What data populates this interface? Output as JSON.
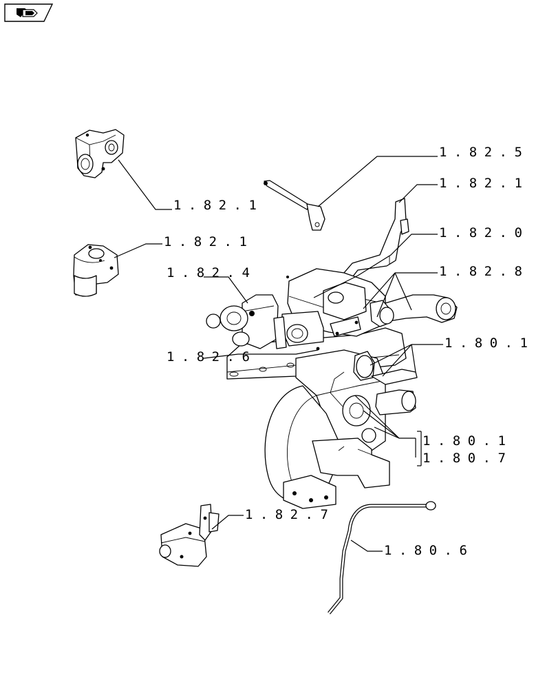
{
  "nav_icon": "next-page-arrow-icon",
  "colors": {
    "ink": "#000000",
    "paper": "#ffffff"
  },
  "refs": [
    {
      "id": "ref-valve-top",
      "text": "1.82.1",
      "name": "ref-label-1-82-1-valve-top"
    },
    {
      "id": "ref-rod",
      "text": "1.82.5",
      "name": "ref-label-1-82-5"
    },
    {
      "id": "ref-lever",
      "text": "1.82.1",
      "name": "ref-label-1-82-1-lever"
    },
    {
      "id": "ref-solenoid",
      "text": "1.82.1",
      "name": "ref-label-1-82-1-solenoid"
    },
    {
      "id": "ref-main",
      "text": "1.82.0",
      "name": "ref-label-1-82-0"
    },
    {
      "id": "ref-block",
      "text": "1.82.4",
      "name": "ref-label-1-82-4"
    },
    {
      "id": "ref-arms",
      "text": "1.82.8",
      "name": "ref-label-1-82-8"
    },
    {
      "id": "ref-plate",
      "text": "1.82.6",
      "name": "ref-label-1-82-6"
    },
    {
      "id": "ref-gears-a",
      "text": "1.80.1",
      "name": "ref-label-1-80-1-upper"
    },
    {
      "id": "ref-gears-b",
      "text": "1.80.1",
      "name": "ref-label-1-80-1-lower"
    },
    {
      "id": "ref-gears-c",
      "text": "1.80.7",
      "name": "ref-label-1-80-7"
    },
    {
      "id": "ref-control-valve",
      "text": "1.82.7",
      "name": "ref-label-1-82-7"
    },
    {
      "id": "ref-pipe",
      "text": "1.80.6",
      "name": "ref-label-1-80-6"
    }
  ]
}
